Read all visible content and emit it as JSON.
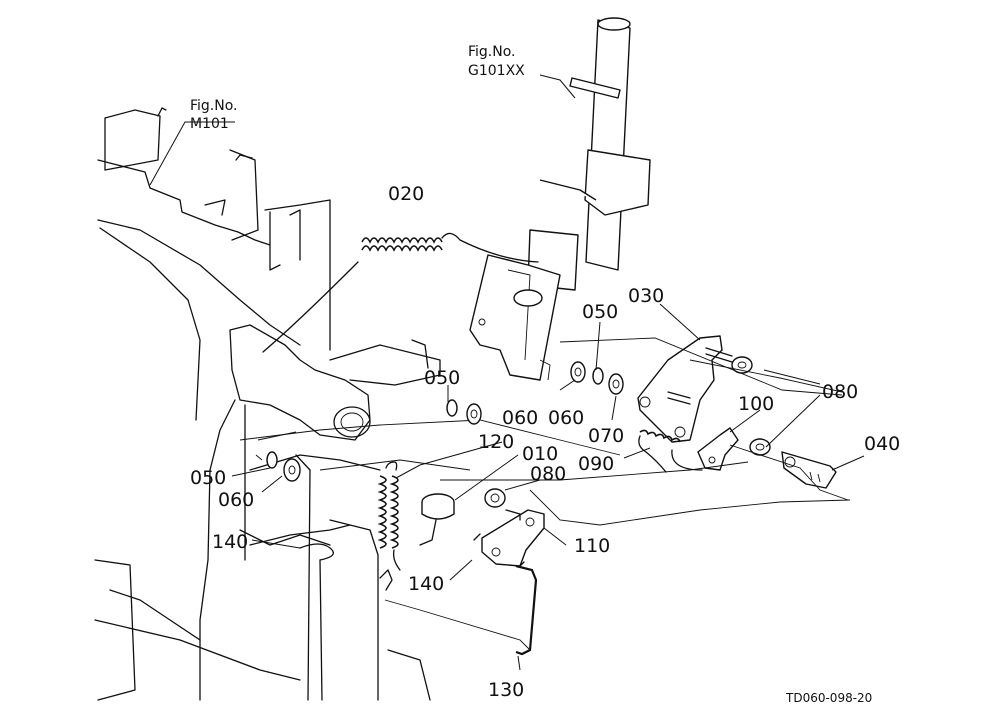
{
  "references": [
    {
      "line1": "Fig.No.",
      "line2": "M101"
    },
    {
      "line1": "Fig.No.",
      "line2": "G101XX"
    }
  ],
  "part_labels": [
    "020",
    "030",
    "050",
    "050",
    "050",
    "060",
    "060",
    "060",
    "070",
    "080",
    "080",
    "090",
    "100",
    "040",
    "120",
    "010",
    "110",
    "140",
    "140",
    "130"
  ],
  "drawing_code": "TD060-098-20"
}
